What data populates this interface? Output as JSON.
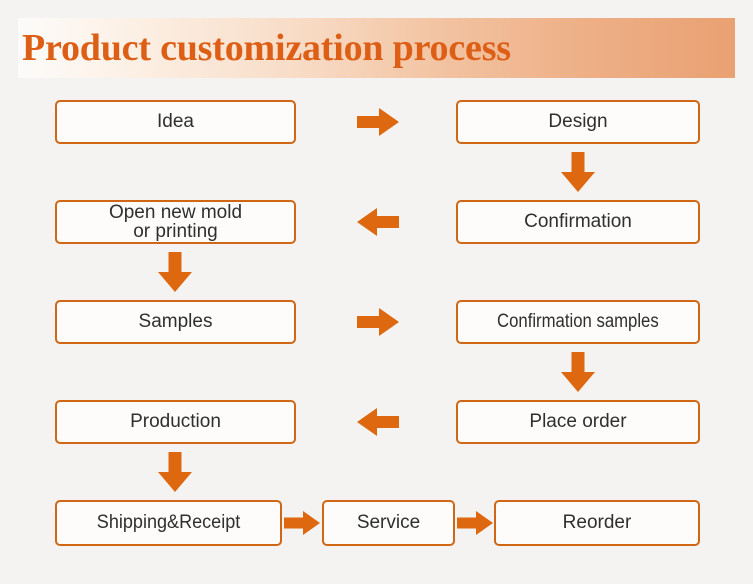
{
  "header": {
    "title": "Product customization process",
    "title_color": "#dd5f16",
    "gradient_from": "#fcfbfa",
    "gradient_to": "#e9a172"
  },
  "theme": {
    "background": "#f4f3f1",
    "box_border": "#cf6716",
    "box_fill": "#fdfcfb",
    "arrow_color": "#dd680f",
    "text_color": "#2f2f2f"
  },
  "flow": {
    "nodes": [
      {
        "id": "idea",
        "label": "Idea"
      },
      {
        "id": "design",
        "label": "Design"
      },
      {
        "id": "open-new-mold",
        "label": "Open new mold\nor printing"
      },
      {
        "id": "confirmation",
        "label": "Confirmation"
      },
      {
        "id": "samples",
        "label": "Samples"
      },
      {
        "id": "confirmation-samples",
        "label": "Confirmation samples"
      },
      {
        "id": "production",
        "label": "Production"
      },
      {
        "id": "place-order",
        "label": "Place order"
      },
      {
        "id": "shipping-receipt",
        "label": "Shipping&Receipt"
      },
      {
        "id": "service",
        "label": "Service"
      },
      {
        "id": "reorder",
        "label": "Reorder"
      }
    ],
    "connectors": [
      {
        "id": "idea-to-design",
        "direction": "right"
      },
      {
        "id": "design-to-confirmation",
        "direction": "down"
      },
      {
        "id": "confirmation-to-open-new-mold",
        "direction": "left"
      },
      {
        "id": "open-new-mold-to-samples",
        "direction": "down"
      },
      {
        "id": "samples-to-confirmation-samples",
        "direction": "right"
      },
      {
        "id": "confirmation-samples-to-place-order",
        "direction": "down"
      },
      {
        "id": "place-order-to-production",
        "direction": "left"
      },
      {
        "id": "production-to-shipping-receipt",
        "direction": "down"
      },
      {
        "id": "shipping-receipt-to-service",
        "direction": "right"
      },
      {
        "id": "service-to-reorder",
        "direction": "right"
      }
    ]
  },
  "chart_data": {
    "type": "diagram",
    "title": "Product customization process",
    "layout": "two-column zig-zag flowchart with a three-step bottom row",
    "steps": [
      "Idea",
      "Design",
      "Confirmation",
      "Open new mold or printing",
      "Samples",
      "Confirmation samples",
      "Place order",
      "Production",
      "Shipping&Receipt",
      "Service",
      "Reorder"
    ]
  }
}
